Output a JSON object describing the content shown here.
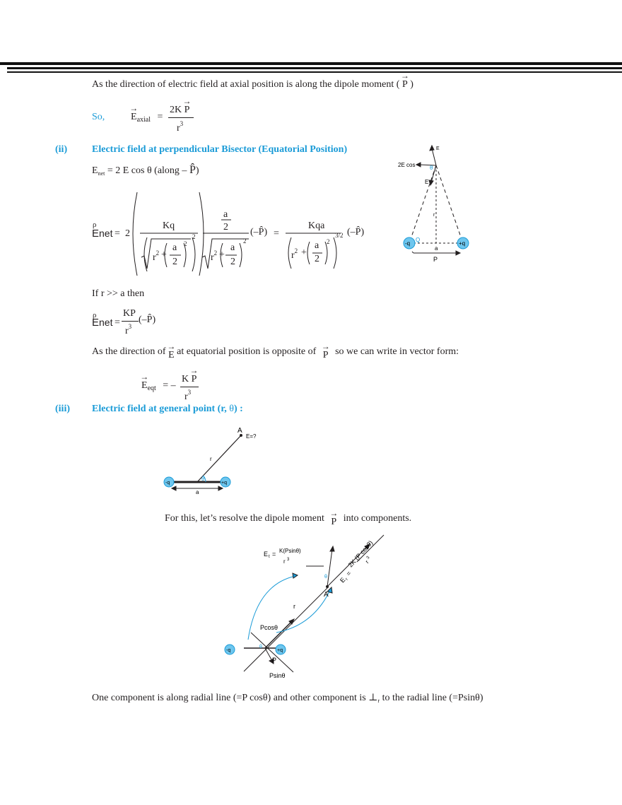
{
  "intro_line": "As the direction of electric field at axial position is along the dipole moment (",
  "intro_vec": "P",
  "intro_close": ")",
  "so": "So,",
  "eq_axial": {
    "E": "E",
    "sub": "axial",
    "eq": "=",
    "num": "2K",
    "num_vec": "P",
    "den": "r",
    "den_exp": "3"
  },
  "sec2": {
    "num": "(ii)",
    "title": "Electric field at perpendicular Bisector (Equatorial Position)"
  },
  "enet_line": {
    "E": "E",
    "sub": "net",
    "rest": "= 2 E cos θ (along –",
    "phat": "P̂",
    "close": ")"
  },
  "eq_big": {
    "lhs": "E",
    "lhs_sub": "net",
    "vec_mark": "ρ",
    "eq": "=",
    "two": "2",
    "kq": "Kq",
    "r2": "r",
    "a": "a",
    "two_d": "2",
    "plus": "+",
    "sq": "2",
    "negP": "(–P̂)",
    "eq2": "=",
    "kqa": "Kqa",
    "exp32": "3/2"
  },
  "if_line": "If r >> a then",
  "eq_approx": {
    "lhs": "E",
    "lhs_sub": "net",
    "vec_mark": "ρ",
    "eq": "=",
    "num": "KP",
    "den": "r",
    "den_exp": "3",
    "negP": "(–P̂)"
  },
  "dir_line": {
    "a": "As the direction of",
    "E": "E",
    "b": "at equatorial position is opposite of",
    "P": "P",
    "c": "so we can write in vector form:"
  },
  "eq_eqt": {
    "E": "E",
    "sub": "eqt",
    "eq": "= –",
    "num": "K",
    "num_vec": "P",
    "den": "r",
    "den_exp": "3"
  },
  "sec3": {
    "num": "(iii)",
    "title_a": "Electric field at general point (r, ",
    "title_theta": "θ",
    "title_b": ") :"
  },
  "resolve_line": {
    "a": "For this, let’s resolve the dipole moment",
    "P": "P",
    "b": "into components."
  },
  "last_line": {
    "a": "One component is along radial line (=P cos",
    "t1": "θ",
    "b": ") and other component is ⊥",
    "sub": "r",
    "c": " to the radial line (=Psin",
    "t2": "θ",
    "d": ")"
  },
  "fig1": {
    "e_top": "E",
    "ecos": "2E cos",
    "theta": "θ",
    "e_label": "E",
    "r": "r",
    "neg_q": "-q",
    "Q": "Q",
    "pos_q": "+q",
    "a": "a",
    "p": "P"
  },
  "fig2": {
    "A": "A",
    "E_q": "E=?",
    "r": "r",
    "theta": "θ",
    "neg_q": "-q",
    "pos_q": "+q",
    "a": "a"
  },
  "fig3": {
    "Et_a": "E",
    "Et_sub": "t",
    "Et_eq": "=",
    "Et_num": "K(Psinθ)",
    "Et_den": "r",
    "Et_den_exp": "3",
    "Er": "E",
    "Er_sub": "r",
    "Er_eq": "=",
    "Er_num": "2K (P cosθ)",
    "Er_den": "r",
    "Er_exp": "3",
    "A": "A",
    "r": "r",
    "pcos": "Pcosθ",
    "phi": "θ",
    "theta": "θ",
    "neg_q": "-q",
    "pos_q": "+q",
    "P": "P",
    "psin": "Psinθ"
  },
  "colors": {
    "accent": "#1a9bd7",
    "charge_fill": "#6ec6ee",
    "text": "#231f20"
  }
}
